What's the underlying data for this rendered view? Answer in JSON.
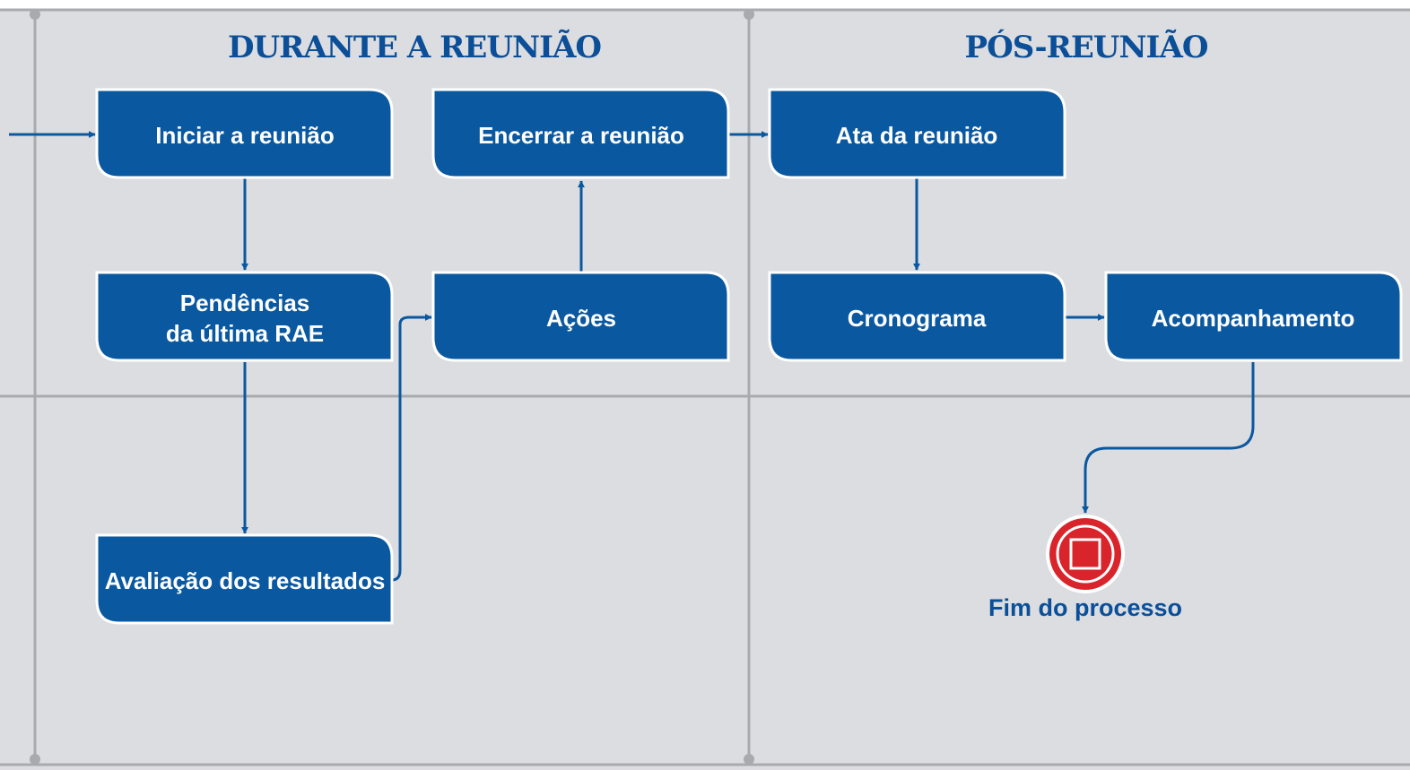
{
  "lanes": {
    "during": {
      "title": "DURANTE A REUNIÃO"
    },
    "post": {
      "title": "PÓS-REUNIÃO"
    }
  },
  "nodes": {
    "iniciar": {
      "lines": [
        "Iniciar a reunião"
      ]
    },
    "pendencias": {
      "lines": [
        "Pendências",
        "da última RAE"
      ]
    },
    "avaliacao": {
      "lines": [
        "Avaliação dos resultados"
      ]
    },
    "acoes": {
      "lines": [
        "Ações"
      ]
    },
    "encerrar": {
      "lines": [
        "Encerrar a reunião"
      ]
    },
    "ata": {
      "lines": [
        "Ata da reunião"
      ]
    },
    "cronograma": {
      "lines": [
        "Cronograma"
      ]
    },
    "acompanhamento": {
      "lines": [
        "Acompanhamento"
      ]
    }
  },
  "end_event": {
    "label": "Fim do processo"
  },
  "colors": {
    "background": "#dcdde0",
    "node_fill": "#0a58a0",
    "title_text": "#0b4f99",
    "lane_line": "#a9aaad",
    "end_event": "#d9242b"
  }
}
